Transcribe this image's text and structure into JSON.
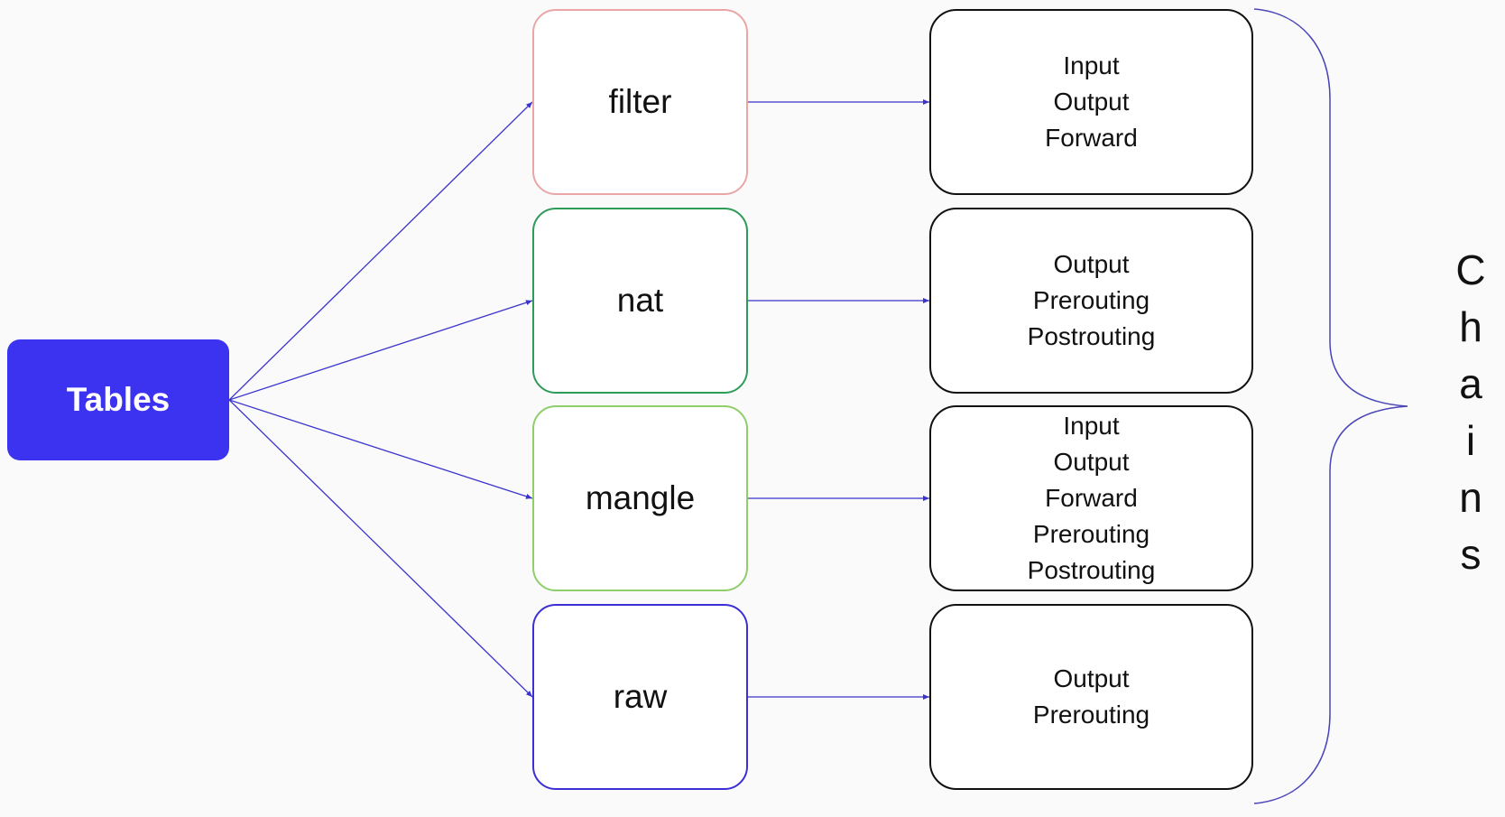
{
  "root": {
    "label": "Tables",
    "color": "#3c33f0"
  },
  "tables": [
    {
      "name": "filter",
      "border_color": "#eaa6a6"
    },
    {
      "name": "nat",
      "border_color": "#2e9b59"
    },
    {
      "name": "mangle",
      "border_color": "#8fce6a"
    },
    {
      "name": "raw",
      "border_color": "#3b2fd6"
    }
  ],
  "chains": [
    {
      "table": "filter",
      "items": [
        "Input",
        "Output",
        "Forward"
      ]
    },
    {
      "table": "nat",
      "items": [
        "Output",
        "Prerouting",
        "Postrouting"
      ]
    },
    {
      "table": "mangle",
      "items": [
        "Input",
        "Output",
        "Forward",
        "Prerouting",
        "Postrouting"
      ]
    },
    {
      "table": "raw",
      "items": [
        "Output",
        "Prerouting"
      ]
    }
  ],
  "bracket_label": "Chains",
  "arrow_color": "#3b33cc",
  "bracket_color": "#4a45b8"
}
